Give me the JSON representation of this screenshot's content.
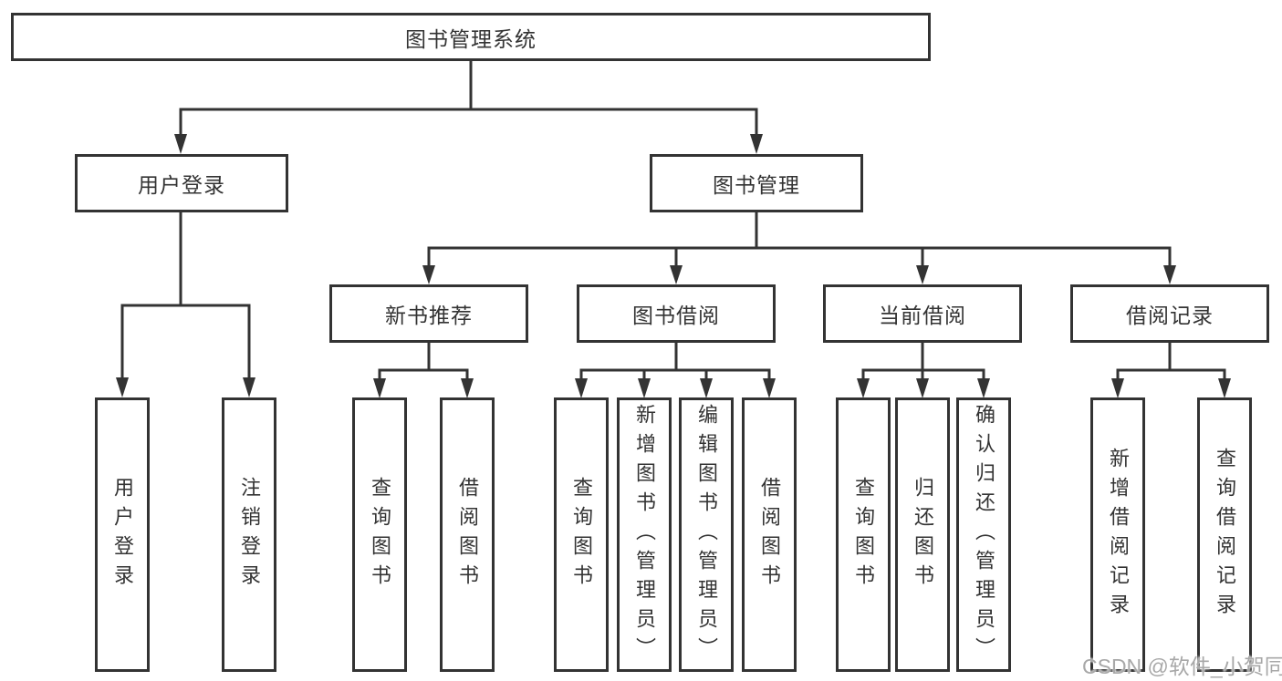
{
  "diagram": {
    "title": "图书管理系统",
    "branches": [
      {
        "label": "用户登录",
        "children": [
          "用户登录",
          "注销登录"
        ]
      },
      {
        "label": "图书管理",
        "sections": [
          {
            "label": "新书推荐",
            "children": [
              "查询图书",
              "借阅图书"
            ]
          },
          {
            "label": "图书借阅",
            "children": [
              "查询图书",
              "新增图书（管理员）",
              "编辑图书（管理员）",
              "借阅图书"
            ]
          },
          {
            "label": "当前借阅",
            "children": [
              "查询图书",
              "归还图书",
              "确认归还（管理员）"
            ]
          },
          {
            "label": "借阅记录",
            "children": [
              "新增借阅记录",
              "查询借阅记录"
            ]
          }
        ]
      }
    ],
    "line_color": "#333333"
  },
  "watermark": {
    "text": "CSDN @软件_小贺同学"
  }
}
